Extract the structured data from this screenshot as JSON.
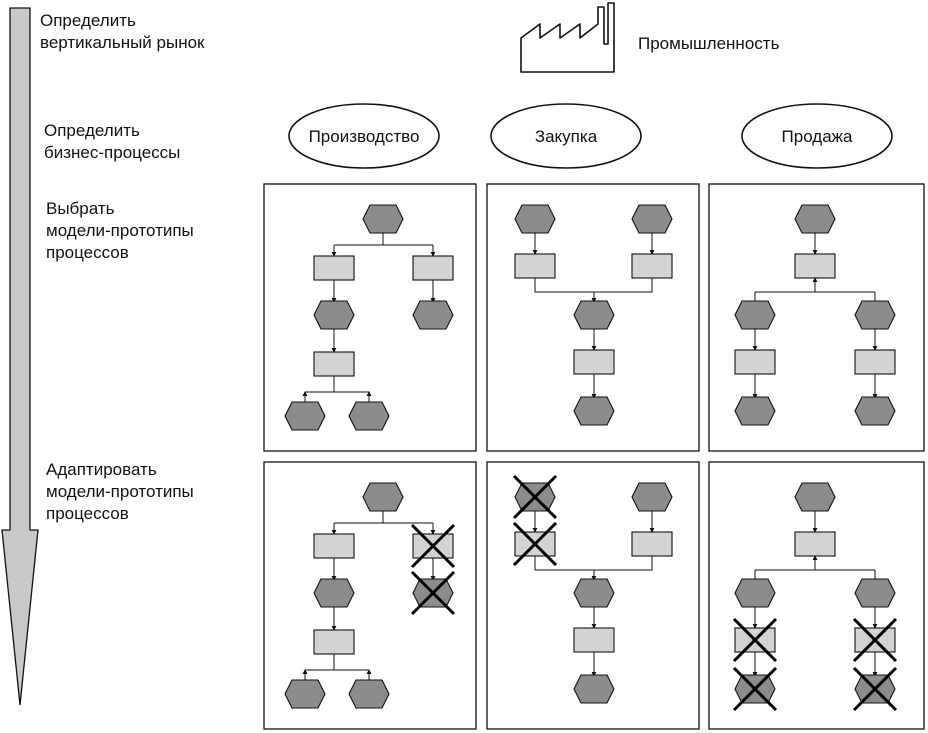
{
  "steps": [
    {
      "text": "Определить\nвертикальный  рынок"
    },
    {
      "text": "Определить\nбизнес-процессы"
    },
    {
      "text": "Выбрать\nмодели-прототипы\nпроцессов"
    },
    {
      "text": "Адаптировать\nмодели-прототипы\nпроцессов"
    }
  ],
  "industry": {
    "label": "Промышленность",
    "icon": "factory-icon"
  },
  "processes": [
    {
      "label": "Производство"
    },
    {
      "label": "Закупка"
    },
    {
      "label": "Продажа"
    }
  ],
  "colors": {
    "event_fill": "#8c8c8c",
    "function_fill": "#d3d3d3",
    "stroke": "#111111",
    "arrow_fill": "#c8c8c8"
  }
}
